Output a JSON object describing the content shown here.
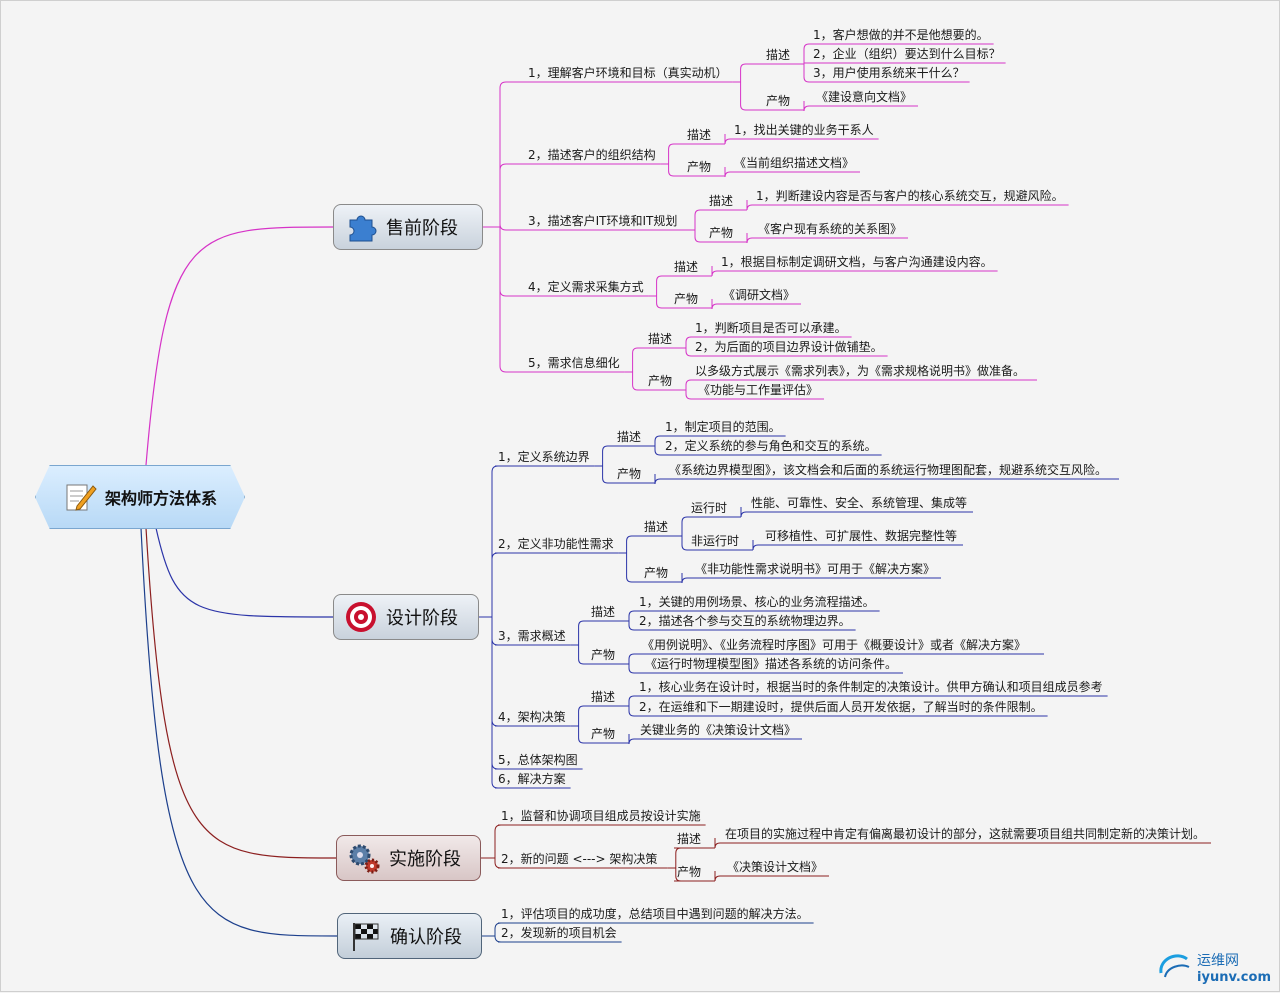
{
  "root": {
    "label": "架构师方法体系",
    "icon": "notepad-pencil-icon"
  },
  "phases": [
    {
      "id": "presale",
      "label": "售前阶段",
      "icon": "puzzle-icon",
      "color": "#d633c7",
      "items": [
        {
          "label": "1，理解客户环境和目标（真实动机）",
          "children": [
            {
              "label": "描述",
              "leaves": [
                "1，客户想做的并不是他想要的。",
                "2，企业（组织）要达到什么目标？",
                "3，用户使用系统来干什么？"
              ]
            },
            {
              "label": "产物",
              "leaves": [
                "《建设意向文档》"
              ]
            }
          ]
        },
        {
          "label": "2，描述客户的组织结构",
          "children": [
            {
              "label": "描述",
              "leaves": [
                "1，找出关键的业务干系人"
              ]
            },
            {
              "label": "产物",
              "leaves": [
                "《当前组织描述文档》"
              ]
            }
          ]
        },
        {
          "label": "3，描述客户IT环境和IT规划",
          "children": [
            {
              "label": "描述",
              "leaves": [
                "1，判断建设内容是否与客户的核心系统交互，规避风险。"
              ]
            },
            {
              "label": "产物",
              "leaves": [
                "《客户现有系统的关系图》"
              ]
            }
          ]
        },
        {
          "label": "4，定义需求采集方式",
          "children": [
            {
              "label": "描述",
              "leaves": [
                "1，根据目标制定调研文档，与客户沟通建设内容。"
              ]
            },
            {
              "label": "产物",
              "leaves": [
                "《调研文档》"
              ]
            }
          ]
        },
        {
          "label": "5，需求信息细化",
          "children": [
            {
              "label": "描述",
              "leaves": [
                "1，判断项目是否可以承建。",
                "2，为后面的项目边界设计做铺垫。"
              ]
            },
            {
              "label": "产物",
              "leaves": [
                "以多级方式展示《需求列表》，为《需求规格说明书》做准备。",
                "《功能与工作量评估》"
              ]
            }
          ]
        }
      ]
    },
    {
      "id": "design",
      "label": "设计阶段",
      "icon": "target-icon",
      "color": "#2b34a8",
      "items": [
        {
          "label": "1，定义系统边界",
          "children": [
            {
              "label": "描述",
              "leaves": [
                "1，制定项目的范围。",
                "2，定义系统的参与角色和交互的系统。"
              ]
            },
            {
              "label": "产物",
              "leaves": [
                "《系统边界模型图》，该文档会和后面的系统运行物理图配套，规避系统交互风险。"
              ]
            }
          ]
        },
        {
          "label": "2，定义非功能性需求",
          "children": [
            {
              "label": "描述",
              "sub": [
                {
                  "label": "运行时",
                  "leaves": [
                    "性能、可靠性、安全、系统管理、集成等"
                  ]
                },
                {
                  "label": "非运行时",
                  "leaves": [
                    "可移植性、可扩展性、数据完整性等"
                  ]
                }
              ]
            },
            {
              "label": "产物",
              "leaves": [
                "《非功能性需求说明书》可用于《解决方案》"
              ]
            }
          ]
        },
        {
          "label": "3，需求概述",
          "children": [
            {
              "label": "描述",
              "leaves": [
                "1，关键的用例场景、核心的业务流程描述。",
                "2，描述各个参与交互的系统物理边界。"
              ]
            },
            {
              "label": "产物",
              "leaves": [
                "《用例说明》、《业务流程时序图》可用于《概要设计》或者《解决方案》",
                "《运行时物理模型图》描述各系统的访问条件。"
              ]
            }
          ]
        },
        {
          "label": "4，架构决策",
          "children": [
            {
              "label": "描述",
              "leaves": [
                "1，核心业务在设计时，根据当时的条件制定的决策设计。供甲方确认和项目组成员参考",
                "2，在运维和下一期建设时，提供后面人员开发依据，了解当时的条件限制。"
              ]
            },
            {
              "label": "产物",
              "leaves": [
                "关键业务的《决策设计文档》"
              ]
            }
          ]
        },
        {
          "label": "5，总体架构图"
        },
        {
          "label": "6，解决方案"
        }
      ]
    },
    {
      "id": "implement",
      "label": "实施阶段",
      "icon": "gears-icon",
      "color": "#8c1f1f",
      "items": [
        {
          "label": "1，监督和协调项目组成员按设计实施"
        },
        {
          "label": "2，新的问题 <---> 架构决策",
          "children": [
            {
              "label": "描述",
              "leaves": [
                "在项目的实施过程中肯定有偏离最初设计的部分，这就需要项目组共同制定新的决策计划。"
              ]
            },
            {
              "label": "产物",
              "leaves": [
                "《决策设计文档》"
              ]
            }
          ]
        }
      ]
    },
    {
      "id": "confirm",
      "label": "确认阶段",
      "icon": "checkered-flag-icon",
      "color": "#1c3f8c",
      "items": [
        {
          "label": "1，评估项目的成功度，总结项目中遇到问题的解决方法。"
        },
        {
          "label": "2，发现新的项目机会"
        }
      ]
    }
  ],
  "watermark": {
    "text_cn": "运维网",
    "text_en": "iyunv.com",
    "icon": "swirl-logo-icon"
  }
}
